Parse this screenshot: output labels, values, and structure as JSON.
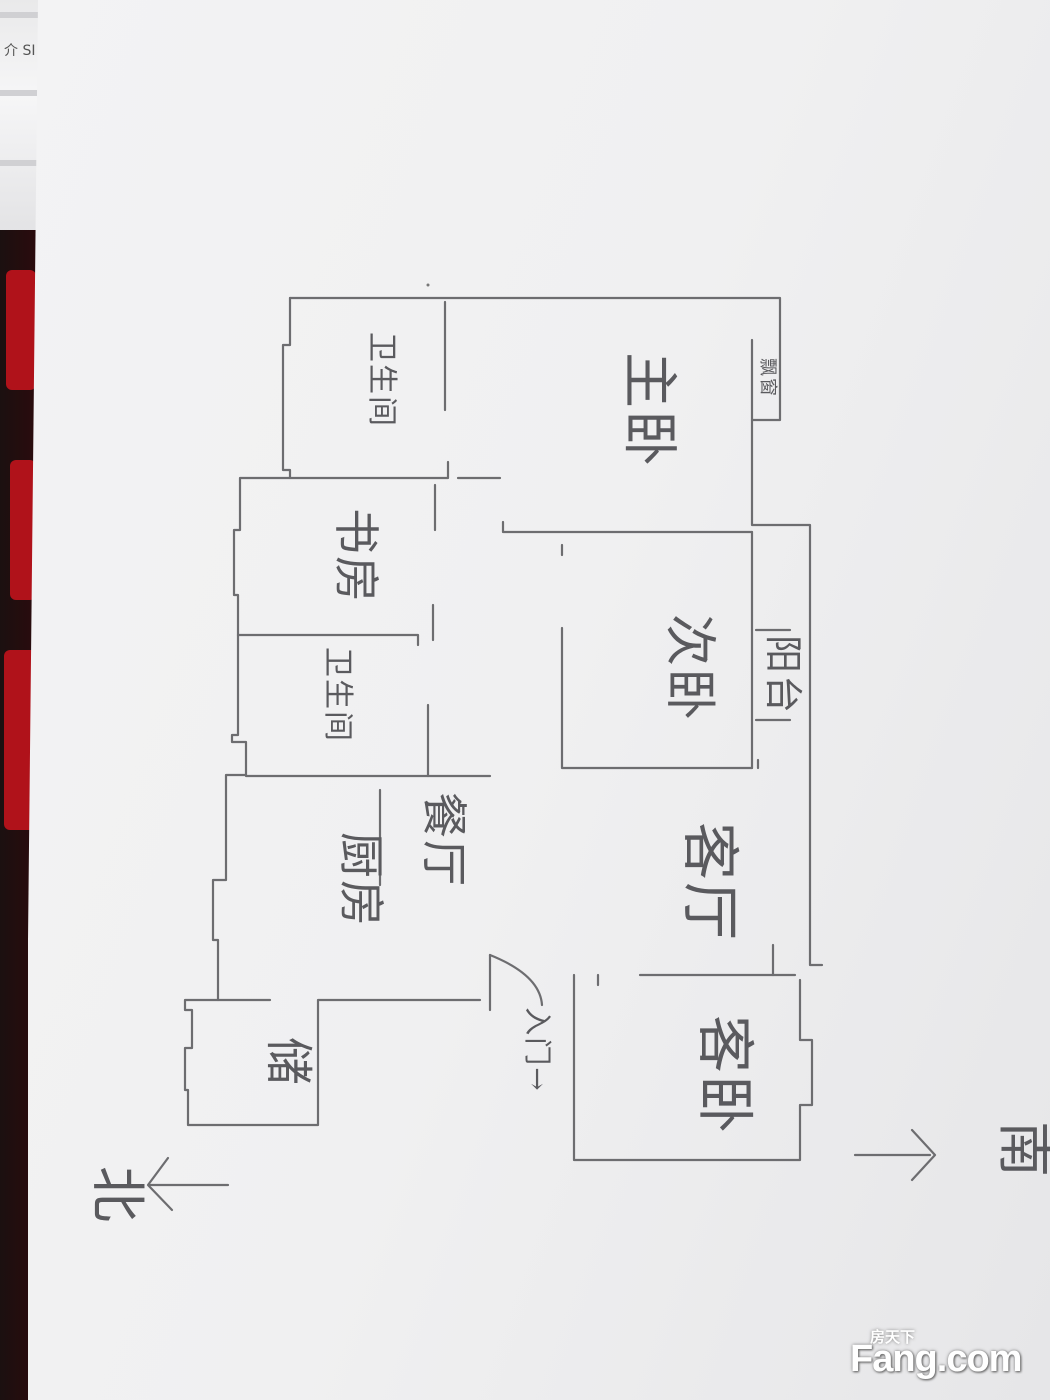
{
  "top_strip_text": "介 SI",
  "rooms": {
    "master_bedroom": "主卧",
    "master_bathroom": "卫生间",
    "bay_window": "飘窗",
    "study": "书房",
    "second_bedroom": "次卧",
    "bathroom": "卫生间",
    "balcony": "阳台",
    "kitchen": "厨房",
    "dining": "餐厅",
    "living_room": "客厅",
    "guest_bedroom": "客卧",
    "storage": "储"
  },
  "entrance_label": "入门→",
  "north_label": "北",
  "south_label": "南",
  "watermark": {
    "brand": "Fang.com",
    "chinese": "房天下"
  }
}
